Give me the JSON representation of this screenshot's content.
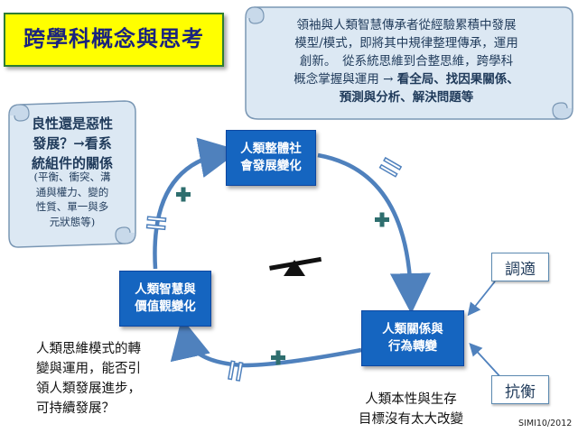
{
  "title": "跨學科概念與思考",
  "intro": {
    "text": "領袖與人類智慧傳承者從經驗累積中發展\n模型/模式，即將其中規律整理傳承，運用\n創新。　從系統思維到合整思維，跨學科\n概念掌握與運用 → ",
    "bold": "看全局、找因果關係、\n預測與分析、解決問題等"
  },
  "question": {
    "title": "良性還是惡性\n發展？→看系\n統組件的關係",
    "detail": "(平衡、衝突、溝\n通與權力、變的\n性質、單一與多\n元狀態等)"
  },
  "nodes": {
    "society": "人類整體社\n會發展變化",
    "values": "人類智慧與\n價值觀變化",
    "behavior": "人類關係與\n行為轉變"
  },
  "labels": {
    "adapt": "調適",
    "resist": "抗衡"
  },
  "notes": {
    "thinking": "人類思維模式的轉\n變與運用，能否引\n領人類發展進步，\n可持續發展？",
    "nature": "人類本性與生存\n目標沒有太大改變"
  },
  "footer": "SIMI10/2012",
  "colors": {
    "title_bg": "#ffff00",
    "title_border": "#2e7d32",
    "title_text": "#1a237e",
    "node_fill": "#1565c0",
    "scroll_fill": "#dce8f3",
    "scroll_border": "#7a97b4",
    "arrow": "#4f81bd",
    "plus": "#2e6e6e"
  },
  "icons": [
    "plus-icon",
    "delay-mark-icon",
    "balance-scale-icon"
  ]
}
